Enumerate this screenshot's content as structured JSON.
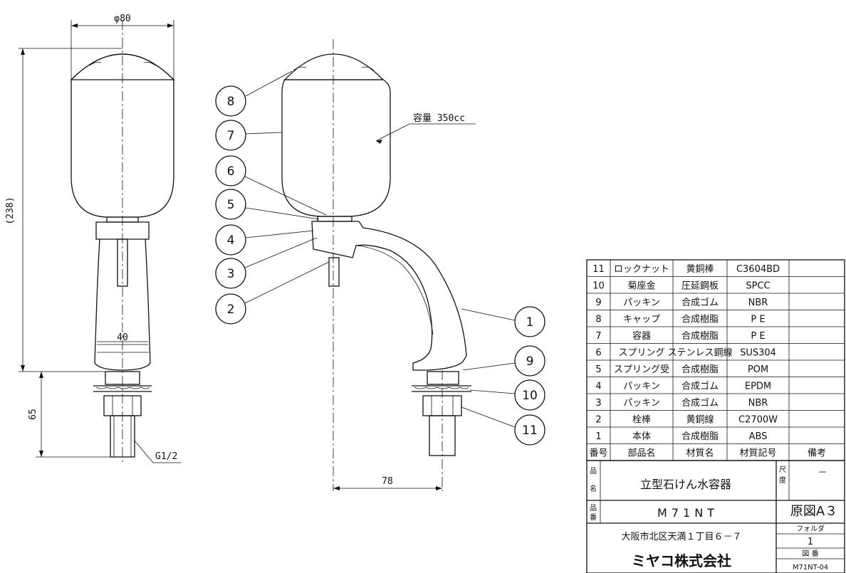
{
  "dimensions": {
    "diameter": "φ80",
    "height": "(238)",
    "width_40": "40",
    "height_65": "65",
    "thread": "G1/2",
    "offset_78": "78",
    "capacity": "容量 350cc"
  },
  "balloons": [
    "1",
    "2",
    "3",
    "4",
    "5",
    "6",
    "7",
    "8",
    "9",
    "10",
    "11"
  ],
  "parts_table": {
    "header": [
      "番号",
      "部品名",
      "材質名",
      "材質記号",
      "備考"
    ],
    "rows": [
      {
        "no": "11",
        "name": "ロックナット",
        "material": "黄銅棒",
        "code": "C3604BD",
        "note": ""
      },
      {
        "no": "10",
        "name": "菊座金",
        "material": "圧延鋼板",
        "code": "SPCC",
        "note": ""
      },
      {
        "no": "9",
        "name": "パッキン",
        "material": "合成ゴム",
        "code": "NBR",
        "note": ""
      },
      {
        "no": "8",
        "name": "キャップ",
        "material": "合成樹脂",
        "code": "P E",
        "note": ""
      },
      {
        "no": "7",
        "name": "容器",
        "material": "合成樹脂",
        "code": "P E",
        "note": ""
      },
      {
        "no": "6",
        "name": "スプリング",
        "material": "ステンレス鋼線",
        "code": "SUS304",
        "note": ""
      },
      {
        "no": "5",
        "name": "スプリング受",
        "material": "合成樹脂",
        "code": "POM",
        "note": ""
      },
      {
        "no": "4",
        "name": "パッキン",
        "material": "合成ゴム",
        "code": "EPDM",
        "note": ""
      },
      {
        "no": "3",
        "name": "パッキン",
        "material": "合成ゴム",
        "code": "NBR",
        "note": ""
      },
      {
        "no": "2",
        "name": "栓棒",
        "material": "黄銅線",
        "code": "C2700W",
        "note": ""
      },
      {
        "no": "1",
        "name": "本体",
        "material": "合成樹脂",
        "code": "ABS",
        "note": ""
      }
    ]
  },
  "title_block": {
    "name_label_1": "品",
    "name_label_2": "名",
    "product_name": "立型石けん水容器",
    "scale_label_1": "尺",
    "scale_label_2": "度",
    "scale_value": "－",
    "code_label_1": "品",
    "code_label_2": "番",
    "product_code": "M71NT",
    "original": "原図A３",
    "address": "大阪市北区天満１丁目６－７",
    "folder_label": "フォルダ",
    "folder_value": "1",
    "drawing_no_label": "図 番",
    "drawing_no": "M71NT-04",
    "company": "ミヤコ株式会社"
  }
}
